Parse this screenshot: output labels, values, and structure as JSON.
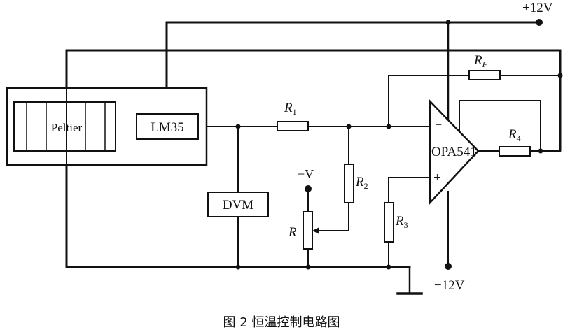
{
  "diagram": {
    "components": {
      "peltier": "Peltier",
      "lm35": "LM35",
      "dvm": "DVM",
      "opamp": "OPA541",
      "r1": "R",
      "r1_sub": "1",
      "r2": "R",
      "r2_sub": "2",
      "r3": "R",
      "r3_sub": "3",
      "r4": "R",
      "r4_sub": "4",
      "rf": "R",
      "rf_sub": "F",
      "pot": "R"
    },
    "rails": {
      "positive": "+12V",
      "negative": "−12V",
      "reference": "−V"
    },
    "opamp_inputs": {
      "inverting": "−",
      "noninverting": "+"
    },
    "caption": "图 2  恒温控制电路图"
  }
}
